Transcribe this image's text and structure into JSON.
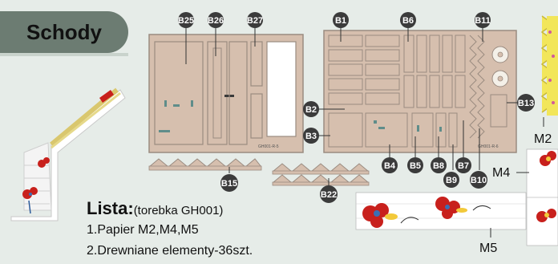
{
  "title": "Schody",
  "sheets": {
    "left_code": "GH001-R-5",
    "right_code": "GH001-R-6"
  },
  "labels": {
    "b1": "B1",
    "b2": "B2",
    "b3": "B3",
    "b4": "B4",
    "b5": "B5",
    "b6": "B6",
    "b7": "B7",
    "b8": "B8",
    "b9": "B9",
    "b10": "B10",
    "b11": "B11",
    "b13": "B13",
    "b15": "B15",
    "b22": "B22",
    "b25": "B25",
    "b26": "B26",
    "b27": "B27",
    "m2": "M2",
    "m4": "M4",
    "m5": "M5"
  },
  "list": {
    "heading": "Lista:",
    "heading_note": "(torebka GH001)",
    "items": [
      "1.Papier M2,M4,M5",
      "2.Drewniane elementy-36szt."
    ]
  },
  "colors": {
    "wood": "#d6bfae",
    "wood_stroke": "#9a8b80",
    "label_bg": "#3b3b3b",
    "tab_bg": "#6c7c72",
    "zigzag_paper": "#f2e65a",
    "flower_red": "#c8201c"
  }
}
